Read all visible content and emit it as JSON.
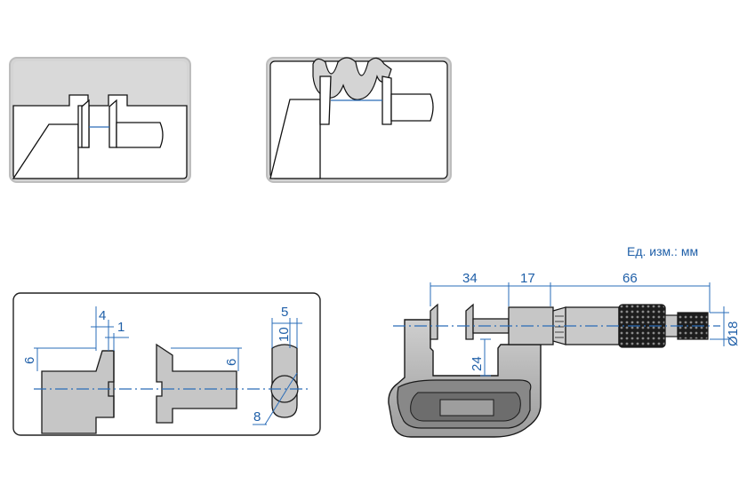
{
  "units_label": "Ед. изм.: мм",
  "dims_tip": {
    "d4": "4",
    "d1": "1",
    "d6a": "6",
    "d6b": "6",
    "d5": "5",
    "d10": "10",
    "d8": "8"
  },
  "dims_micrometer": {
    "d34": "34",
    "d17": "17",
    "d66": "66",
    "d24": "24",
    "d18": "Ø18"
  },
  "colors": {
    "panel_bg": "#d9d9d9",
    "panel_border": "#c7c7c7",
    "part_fill": "#c6c6c6",
    "dim_color": "#2a6cb8"
  }
}
